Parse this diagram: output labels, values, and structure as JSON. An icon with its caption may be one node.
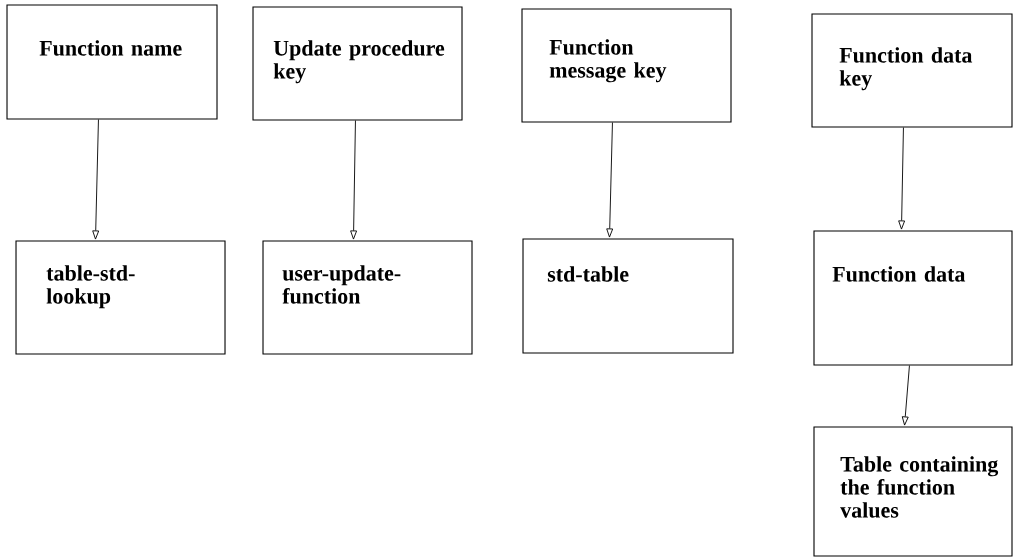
{
  "diagram": {
    "nodes": [
      {
        "text": [
          "Function name"
        ]
      },
      {
        "text": [
          "Update procedure key"
        ]
      },
      {
        "text": [
          "Function message key"
        ]
      },
      {
        "text": [
          "Function data key"
        ]
      },
      {
        "text": [
          "table-std-lookup"
        ]
      },
      {
        "text": [
          "user-update-function"
        ]
      },
      {
        "text": [
          "std-table"
        ]
      },
      {
        "text": [
          "Function data"
        ]
      },
      {
        "text": [
          "Table containing the function values"
        ]
      }
    ],
    "edges": [
      {
        "from": 0,
        "to": 4,
        "arrow": "to"
      },
      {
        "from": 1,
        "to": 5,
        "arrow": "to"
      },
      {
        "from": 2,
        "to": 6,
        "arrow": "to"
      },
      {
        "from": 3,
        "to": 7,
        "arrow": "to"
      },
      {
        "from": 7,
        "to": 8,
        "arrow": "to"
      }
    ]
  }
}
